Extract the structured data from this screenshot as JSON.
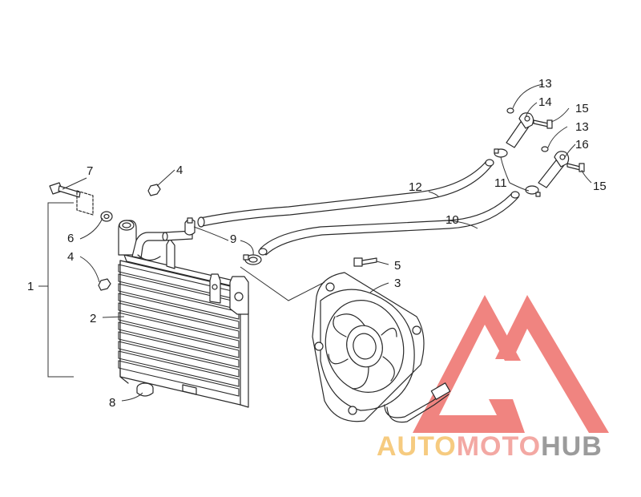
{
  "callouts": {
    "c1": "1",
    "c2": "2",
    "c3": "3",
    "c4a": "4",
    "c4b": "4",
    "c5": "5",
    "c6": "6",
    "c7": "7",
    "c8": "8",
    "c9": "9",
    "c10": "10",
    "c11": "11",
    "c12": "12",
    "c13a": "13",
    "c13b": "13",
    "c14": "14",
    "c15a": "15",
    "c15b": "15",
    "c16": "16"
  },
  "watermark": {
    "part1": "AUTO",
    "part2": "MOTO",
    "part3": "HUB",
    "color_auto": "#f5c36b",
    "color_moto": "#f29a93",
    "color_hub": "#8a8a8a",
    "color_triangle": "#ee6f6a"
  }
}
